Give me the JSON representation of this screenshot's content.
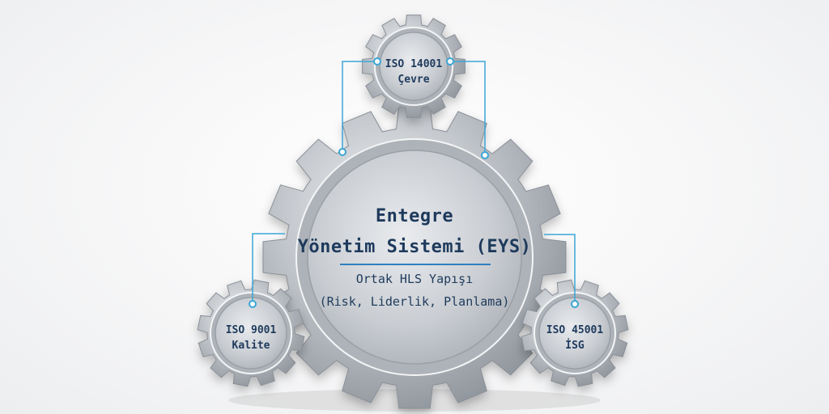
{
  "main": {
    "title_line1": "Entegre",
    "title_line2": "Yönetim Sistemi (EYS)",
    "sub_line1": "Ortak HLS Yapışı",
    "sub_line2": "(Risk, Liderlik, Planlama)"
  },
  "gears": {
    "top": {
      "line1": "ISO 14001",
      "line2": "Çevre"
    },
    "left": {
      "line1": "ISO 9001",
      "line2": "Kalite"
    },
    "right": {
      "line1": "ISO 45001",
      "line2": "İSG"
    }
  },
  "colors": {
    "gear_metal": "#b9bdc2",
    "connector": "#3aa6d6",
    "text": "#1e3a5c"
  }
}
